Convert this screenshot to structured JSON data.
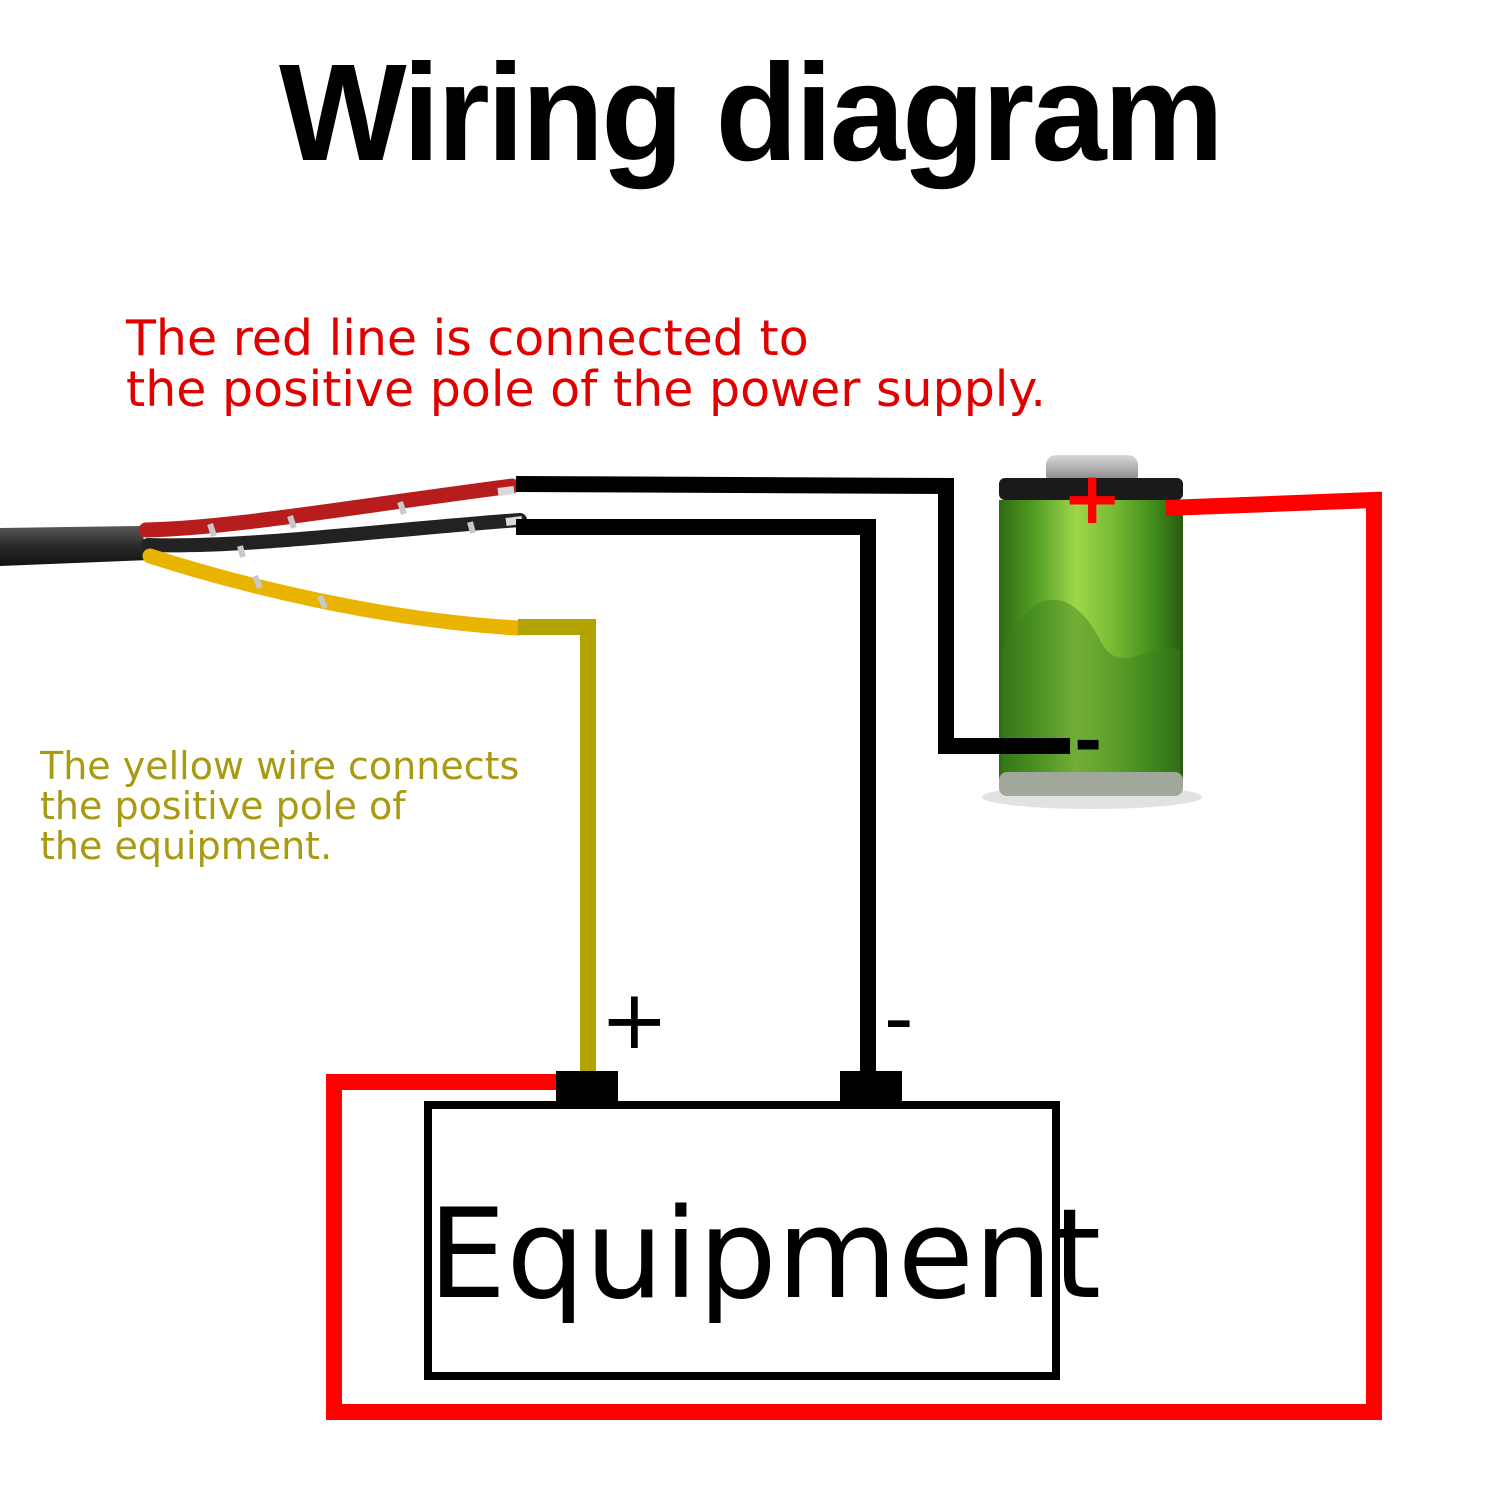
{
  "title": "Wiring diagram",
  "notes": {
    "red_line": [
      "The red line is connected to",
      "the positive pole of the power supply."
    ],
    "yellow_wire": [
      "The yellow wire connects",
      "the positive pole of",
      "the equipment."
    ]
  },
  "battery": {
    "positive": "+",
    "negative": "-"
  },
  "equipment": {
    "label": "Equipment",
    "positive": "+",
    "negative": "-"
  },
  "colors": {
    "red": "#ff0000",
    "note_red": "#e00000",
    "yellow": "#b3a300",
    "note_yellow": "#a89a12",
    "black": "#000000",
    "battery_green": "#5fa82a"
  }
}
